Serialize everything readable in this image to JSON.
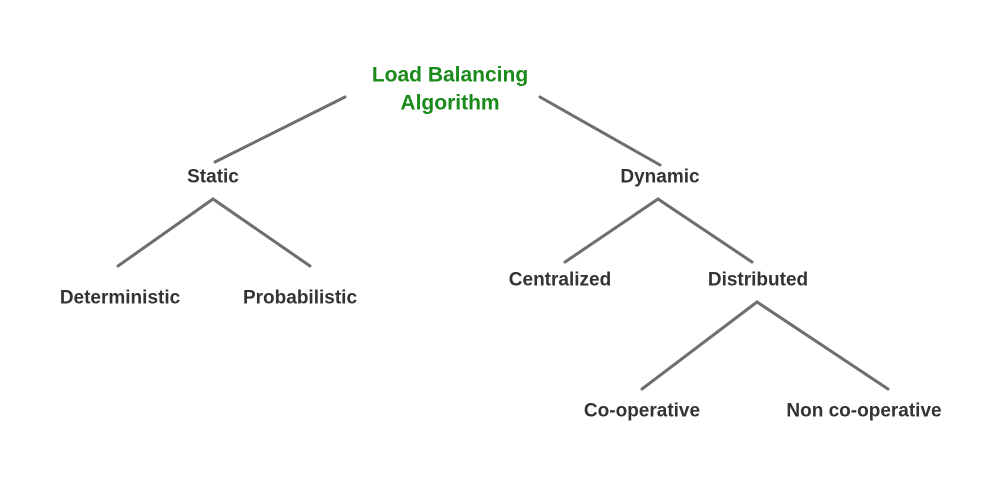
{
  "root": {
    "line1": "Load Balancing",
    "line2": "Algorithm",
    "color": "#1a8a1a"
  },
  "nodes": {
    "static": "Static",
    "dynamic": "Dynamic",
    "deterministic": "Deterministic",
    "probabilistic": "Probabilistic",
    "centralized": "Centralized",
    "distributed": "Distributed",
    "cooperative": "Co-operative",
    "non_cooperative": "Non co-operative"
  },
  "edges": [
    {
      "from": "root",
      "to": "static"
    },
    {
      "from": "root",
      "to": "dynamic"
    },
    {
      "from": "static",
      "to": "deterministic"
    },
    {
      "from": "static",
      "to": "probabilistic"
    },
    {
      "from": "dynamic",
      "to": "centralized"
    },
    {
      "from": "dynamic",
      "to": "distributed"
    },
    {
      "from": "distributed",
      "to": "cooperative"
    },
    {
      "from": "distributed",
      "to": "non_cooperative"
    }
  ],
  "colors": {
    "label": "#333333",
    "line": "#6e6e6e",
    "background": "#ffffff"
  }
}
